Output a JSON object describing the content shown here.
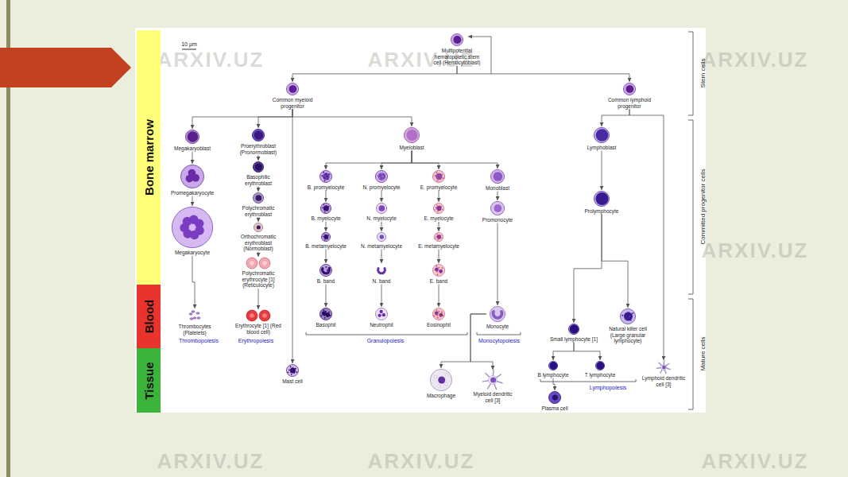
{
  "diagram": {
    "nodes": [
      {
        "text": [
          "Multipotential hematopoietic stem cell (Hemocytoblast)"
        ]
      },
      {
        "text": [
          "Common myeloid progenitor"
        ]
      },
      {
        "text": [
          "Common lymphoid progenitor"
        ]
      },
      {
        "text": [
          "Megakaryoblast"
        ]
      },
      {
        "text": [
          "Promegakaryocyte"
        ]
      },
      {
        "text": [
          "Megakaryocyte"
        ]
      },
      {
        "text": [
          "Thrombocytes (Platelets)"
        ]
      },
      {
        "text": [
          "Proerythroblast (Pronormoblast)"
        ]
      },
      {
        "text": [
          "Basophilic erythroblast"
        ]
      },
      {
        "text": [
          "Polychromatic erythroblast"
        ]
      },
      {
        "text": [
          "Orthochromatic erythroblast (Normoblast)"
        ]
      },
      {
        "text": [
          "Polychromatic erythrocyte [1] (Reticulocyte)"
        ]
      },
      {
        "text": [
          "Erythrocyte [1] (Red blood cell)"
        ]
      },
      {
        "text": [
          "Mast cell"
        ]
      },
      {
        "text": [
          "Myeloblast"
        ]
      },
      {
        "text": [
          "B. promyelocyte"
        ]
      },
      {
        "text": [
          "N. promyelocyte"
        ]
      },
      {
        "text": [
          "E. promyelocyte"
        ]
      },
      {
        "text": [
          "Monoblast"
        ]
      },
      {
        "text": [
          "B. myelocyte"
        ]
      },
      {
        "text": [
          "N. myelocyte"
        ]
      },
      {
        "text": [
          "E. myelocyte"
        ]
      },
      {
        "text": [
          "Promonocyte"
        ]
      },
      {
        "text": [
          "B. metamyelocyte"
        ]
      },
      {
        "text": [
          "N. metamyelocyte"
        ]
      },
      {
        "text": [
          "E. metamyelocyte"
        ]
      },
      {
        "text": [
          "B. band"
        ]
      },
      {
        "text": [
          "N. band"
        ]
      },
      {
        "text": [
          "E. band"
        ]
      },
      {
        "text": [
          "Basophil"
        ]
      },
      {
        "text": [
          "Neutrophil"
        ]
      },
      {
        "text": [
          "Eosinophil"
        ]
      },
      {
        "text": [
          "Monocyte"
        ]
      },
      {
        "text": [
          "Macrophage"
        ]
      },
      {
        "text": [
          "Myeloid dendritic cell [3]"
        ]
      },
      {
        "text": [
          "Lymphoblast"
        ]
      },
      {
        "text": [
          "Prolymphocyte"
        ]
      },
      {
        "text": [
          "Small lymphocyte [1]"
        ]
      },
      {
        "text": [
          "Natural killer cell (Large granular lymphocyte)"
        ]
      },
      {
        "text": [
          "B lymphocyte"
        ]
      },
      {
        "text": [
          "T lymphocyte"
        ]
      },
      {
        "text": [
          "Plasma cell"
        ]
      },
      {
        "text": [
          "Lymphoid dendritic cell [3]"
        ]
      },
      {
        "text": [
          "Bone marrow"
        ]
      },
      {
        "text": [
          "Blood"
        ]
      },
      {
        "text": [
          "Tissue"
        ]
      }
    ],
    "edges": [
      {
        "from": 0,
        "to": 1,
        "arrow": "to"
      },
      {
        "from": 0,
        "to": 2,
        "arrow": "to"
      },
      {
        "from": 1,
        "to": 3,
        "arrow": "to"
      },
      {
        "from": 1,
        "to": 7,
        "arrow": "to"
      },
      {
        "from": 1,
        "to": 13,
        "arrow": "to"
      },
      {
        "from": 1,
        "to": 14,
        "arrow": "to"
      },
      {
        "from": 3,
        "to": 4,
        "arrow": "to"
      },
      {
        "from": 4,
        "to": 5,
        "arrow": "to"
      },
      {
        "from": 5,
        "to": 6,
        "arrow": "to"
      },
      {
        "from": 7,
        "to": 8,
        "arrow": "to"
      },
      {
        "from": 8,
        "to": 9,
        "arrow": "to"
      },
      {
        "from": 9,
        "to": 10,
        "arrow": "to"
      },
      {
        "from": 10,
        "to": 11,
        "arrow": "to"
      },
      {
        "from": 11,
        "to": 12,
        "arrow": "to"
      },
      {
        "from": 14,
        "to": 15,
        "arrow": "to"
      },
      {
        "from": 14,
        "to": 16,
        "arrow": "to"
      },
      {
        "from": 14,
        "to": 17,
        "arrow": "to"
      },
      {
        "from": 14,
        "to": 18,
        "arrow": "to"
      },
      {
        "from": 15,
        "to": 19,
        "arrow": "to"
      },
      {
        "from": 19,
        "to": 23,
        "arrow": "to"
      },
      {
        "from": 23,
        "to": 26,
        "arrow": "to"
      },
      {
        "from": 26,
        "to": 29,
        "arrow": "to"
      },
      {
        "from": 16,
        "to": 20,
        "arrow": "to"
      },
      {
        "from": 20,
        "to": 24,
        "arrow": "to"
      },
      {
        "from": 24,
        "to": 27,
        "arrow": "to"
      },
      {
        "from": 27,
        "to": 30,
        "arrow": "to"
      },
      {
        "from": 17,
        "to": 21,
        "arrow": "to"
      },
      {
        "from": 21,
        "to": 25,
        "arrow": "to"
      },
      {
        "from": 25,
        "to": 28,
        "arrow": "to"
      },
      {
        "from": 28,
        "to": 31,
        "arrow": "to"
      },
      {
        "from": 18,
        "to": 22,
        "arrow": "to"
      },
      {
        "from": 22,
        "to": 32,
        "arrow": "to"
      },
      {
        "from": 32,
        "to": 33,
        "arrow": "to"
      },
      {
        "from": 32,
        "to": 34,
        "arrow": "to"
      },
      {
        "from": 2,
        "to": 35,
        "arrow": "to"
      },
      {
        "from": 2,
        "to": 42,
        "arrow": "to"
      },
      {
        "from": 35,
        "to": 36,
        "arrow": "to"
      },
      {
        "from": 36,
        "to": 37,
        "arrow": "to"
      },
      {
        "from": 36,
        "to": 38,
        "arrow": "to"
      },
      {
        "from": 37,
        "to": 39,
        "arrow": "to"
      },
      {
        "from": 37,
        "to": 40,
        "arrow": "to"
      },
      {
        "from": 39,
        "to": 41,
        "arrow": "to"
      }
    ],
    "labels": [
      "10 µm",
      "Stem cells",
      "Committed progenitor cells",
      "Mature cells",
      "Thrombopoiesis",
      "Erythropoiesis",
      "Granulopoiesis",
      "Monocytopoiesis",
      "Lymphopoiesis",
      "ARXIV.UZ",
      "ARXIV.UZ",
      "ARXIV.UZ",
      "ARXIV.UZ",
      "ARXIV.UZ",
      "ARXIV.UZ",
      "ARXIV.UZ"
    ]
  }
}
